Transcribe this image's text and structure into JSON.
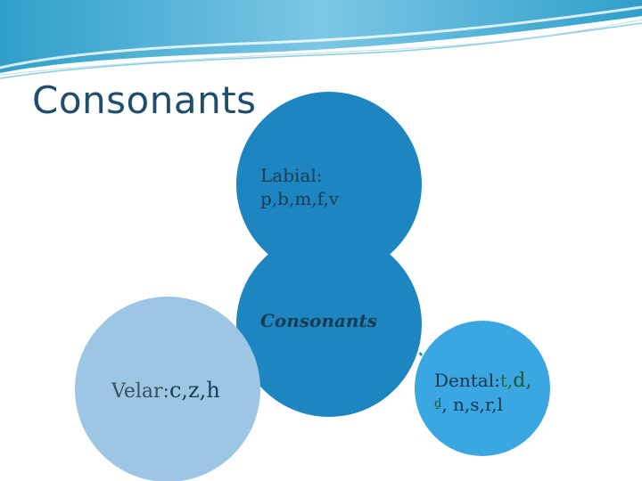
{
  "slide": {
    "title": "Consonants"
  },
  "diagram": {
    "labial": {
      "label": "Labial:",
      "sounds": "p,b,m,f,v"
    },
    "center": {
      "label": "Consonants"
    },
    "velar": {
      "label": "Velar:",
      "sounds": "c,z,h"
    },
    "dental": {
      "label": "Dental:",
      "t": "t,",
      "d": "d,",
      "special": "ḏ",
      "rest": ", n,s,r,l"
    }
  },
  "colors": {
    "title": "#1f4e6d",
    "node_dark": "#1d86c0",
    "node_bright": "#3aa6e2",
    "node_light": "#9cc6e3",
    "connector": "#2f8fc6"
  }
}
